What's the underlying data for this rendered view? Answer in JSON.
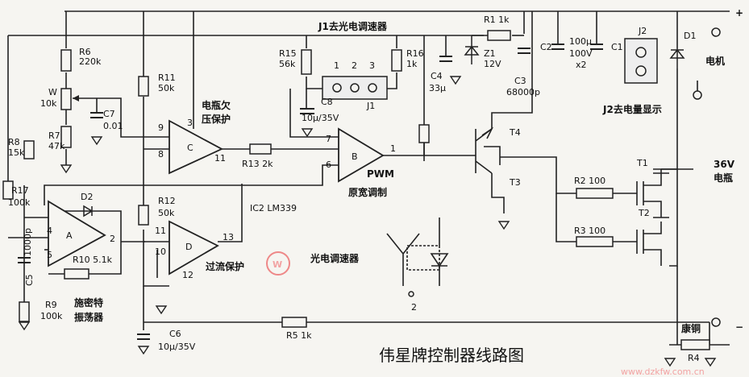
{
  "title": "伟星牌控制器线路图",
  "watermark": "www.dzkfw.com.cn",
  "labels": {
    "j1_top": "J1去光电调速器",
    "r1": "R1  1k",
    "r6": "R6",
    "r6v": "220k",
    "w": "W",
    "wv": "10k",
    "r7": "R7",
    "r7v": "47k",
    "c7": "C7",
    "c7v": "0.01",
    "r11": "R11",
    "r11v": "50k",
    "r15": "R15",
    "r15v": "56k",
    "r16": "R16",
    "r16v": "1k",
    "c4": "C4",
    "c4v": "33μ",
    "z1": "Z1",
    "z1v": "12V",
    "c2": "C2",
    "c2v1": "100μ",
    "c2v2": "100V",
    "c2v3": "x2",
    "c1": "C1",
    "c3": "C3",
    "c3v": "68000p",
    "j2": "J2",
    "d1": "D1",
    "motor": "电机",
    "j2_desc": "J2去电量显示",
    "c8": "C8",
    "c8v": "10μ/35V",
    "j1": "J1",
    "j1_pins": [
      "1",
      "2",
      "3"
    ],
    "undervolt1": "电瓶欠",
    "undervolt2": "压保护",
    "r8": "R8",
    "r8v": "15k",
    "r17": "R17",
    "r17v": "100k",
    "r13": "R13  2k",
    "pwm": "PWM",
    "pwm_desc": "原宽调制",
    "t4": "T4",
    "t3": "T3",
    "t1": "T1",
    "t2": "T2",
    "r2": "R2   100",
    "r3": "R3   100",
    "batt1": "36V",
    "batt2": "电瓶",
    "d2": "D2",
    "r12": "R12",
    "r12v": "50k",
    "ic2": "IC2  LM339",
    "c5": "C5",
    "c5v": "1000p",
    "r10": "R10  5.1k",
    "overcurrent": "过流保护",
    "speed_ctrl": "光电调速器",
    "r9": "R9",
    "r9v": "100k",
    "schmitt1": "施密特",
    "schmitt2": "振荡器",
    "c6": "C6",
    "c6v": "10μ/35V",
    "r5": "R5  1k",
    "kangtong": "康铜",
    "r4": "R4",
    "opamp_a": "A",
    "opamp_b": "B",
    "opamp_c": "C",
    "opamp_d": "D",
    "pins": [
      "9",
      "3",
      "8",
      "11",
      "7",
      "6",
      "1",
      "4",
      "5",
      "2",
      "11",
      "10",
      "12",
      "13"
    ],
    "plus": "+",
    "minus": "−",
    "j1_pin2": "2"
  }
}
